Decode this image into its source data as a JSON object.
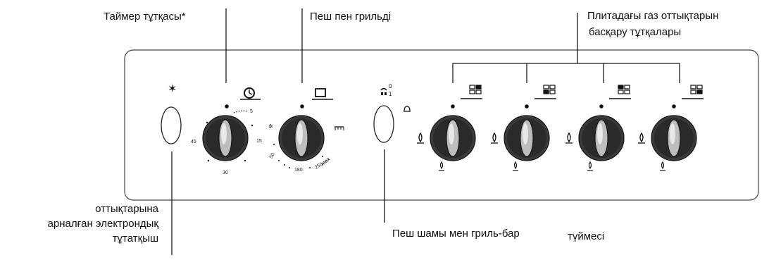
{
  "callouts": {
    "timer_knob": "Таймер тұтқасы*",
    "oven_grill": "Пеш пен   грильді",
    "gas_burner_line1": "Плитадағы газ оттықтарын",
    "gas_burner_line2": "басқару  тұтқалары",
    "ignitor_line1": "оттықтарына",
    "ignitor_line2": "арналған электрондық",
    "ignitor_line3": "тұтатқыш",
    "light_button": "Пеш шамы мен гриль-бар",
    "light_button_suffix": "түймесі"
  },
  "timer_scale": {
    "t5": "5",
    "t15": "15",
    "t30": "30",
    "t45": "45"
  },
  "oven_scale": {
    "t50": "50",
    "t180": "180",
    "t250": "250",
    "tmax": "max"
  },
  "button_symbols": {
    "light_0": "0",
    "light_1": "1"
  },
  "colors": {
    "panel_stroke": "#444444",
    "knob_dark": "#2a2a2a",
    "knob_light": "#bdbdbd",
    "line": "#1a1a1a"
  }
}
